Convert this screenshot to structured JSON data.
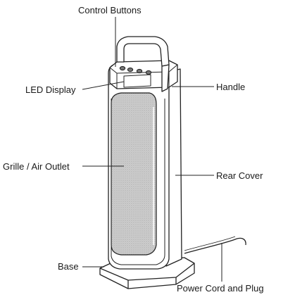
{
  "labels": {
    "control_buttons": "Control Buttons",
    "led_display": "LED Display",
    "handle": "Handle",
    "grille": "Grille / Air Outlet",
    "rear_cover": "Rear Cover",
    "base": "Base",
    "power_cord": "Power Cord and Plug"
  },
  "colors": {
    "line": "#222222",
    "grille_fill": "#c9c9c9",
    "body_fill": "#ffffff"
  }
}
